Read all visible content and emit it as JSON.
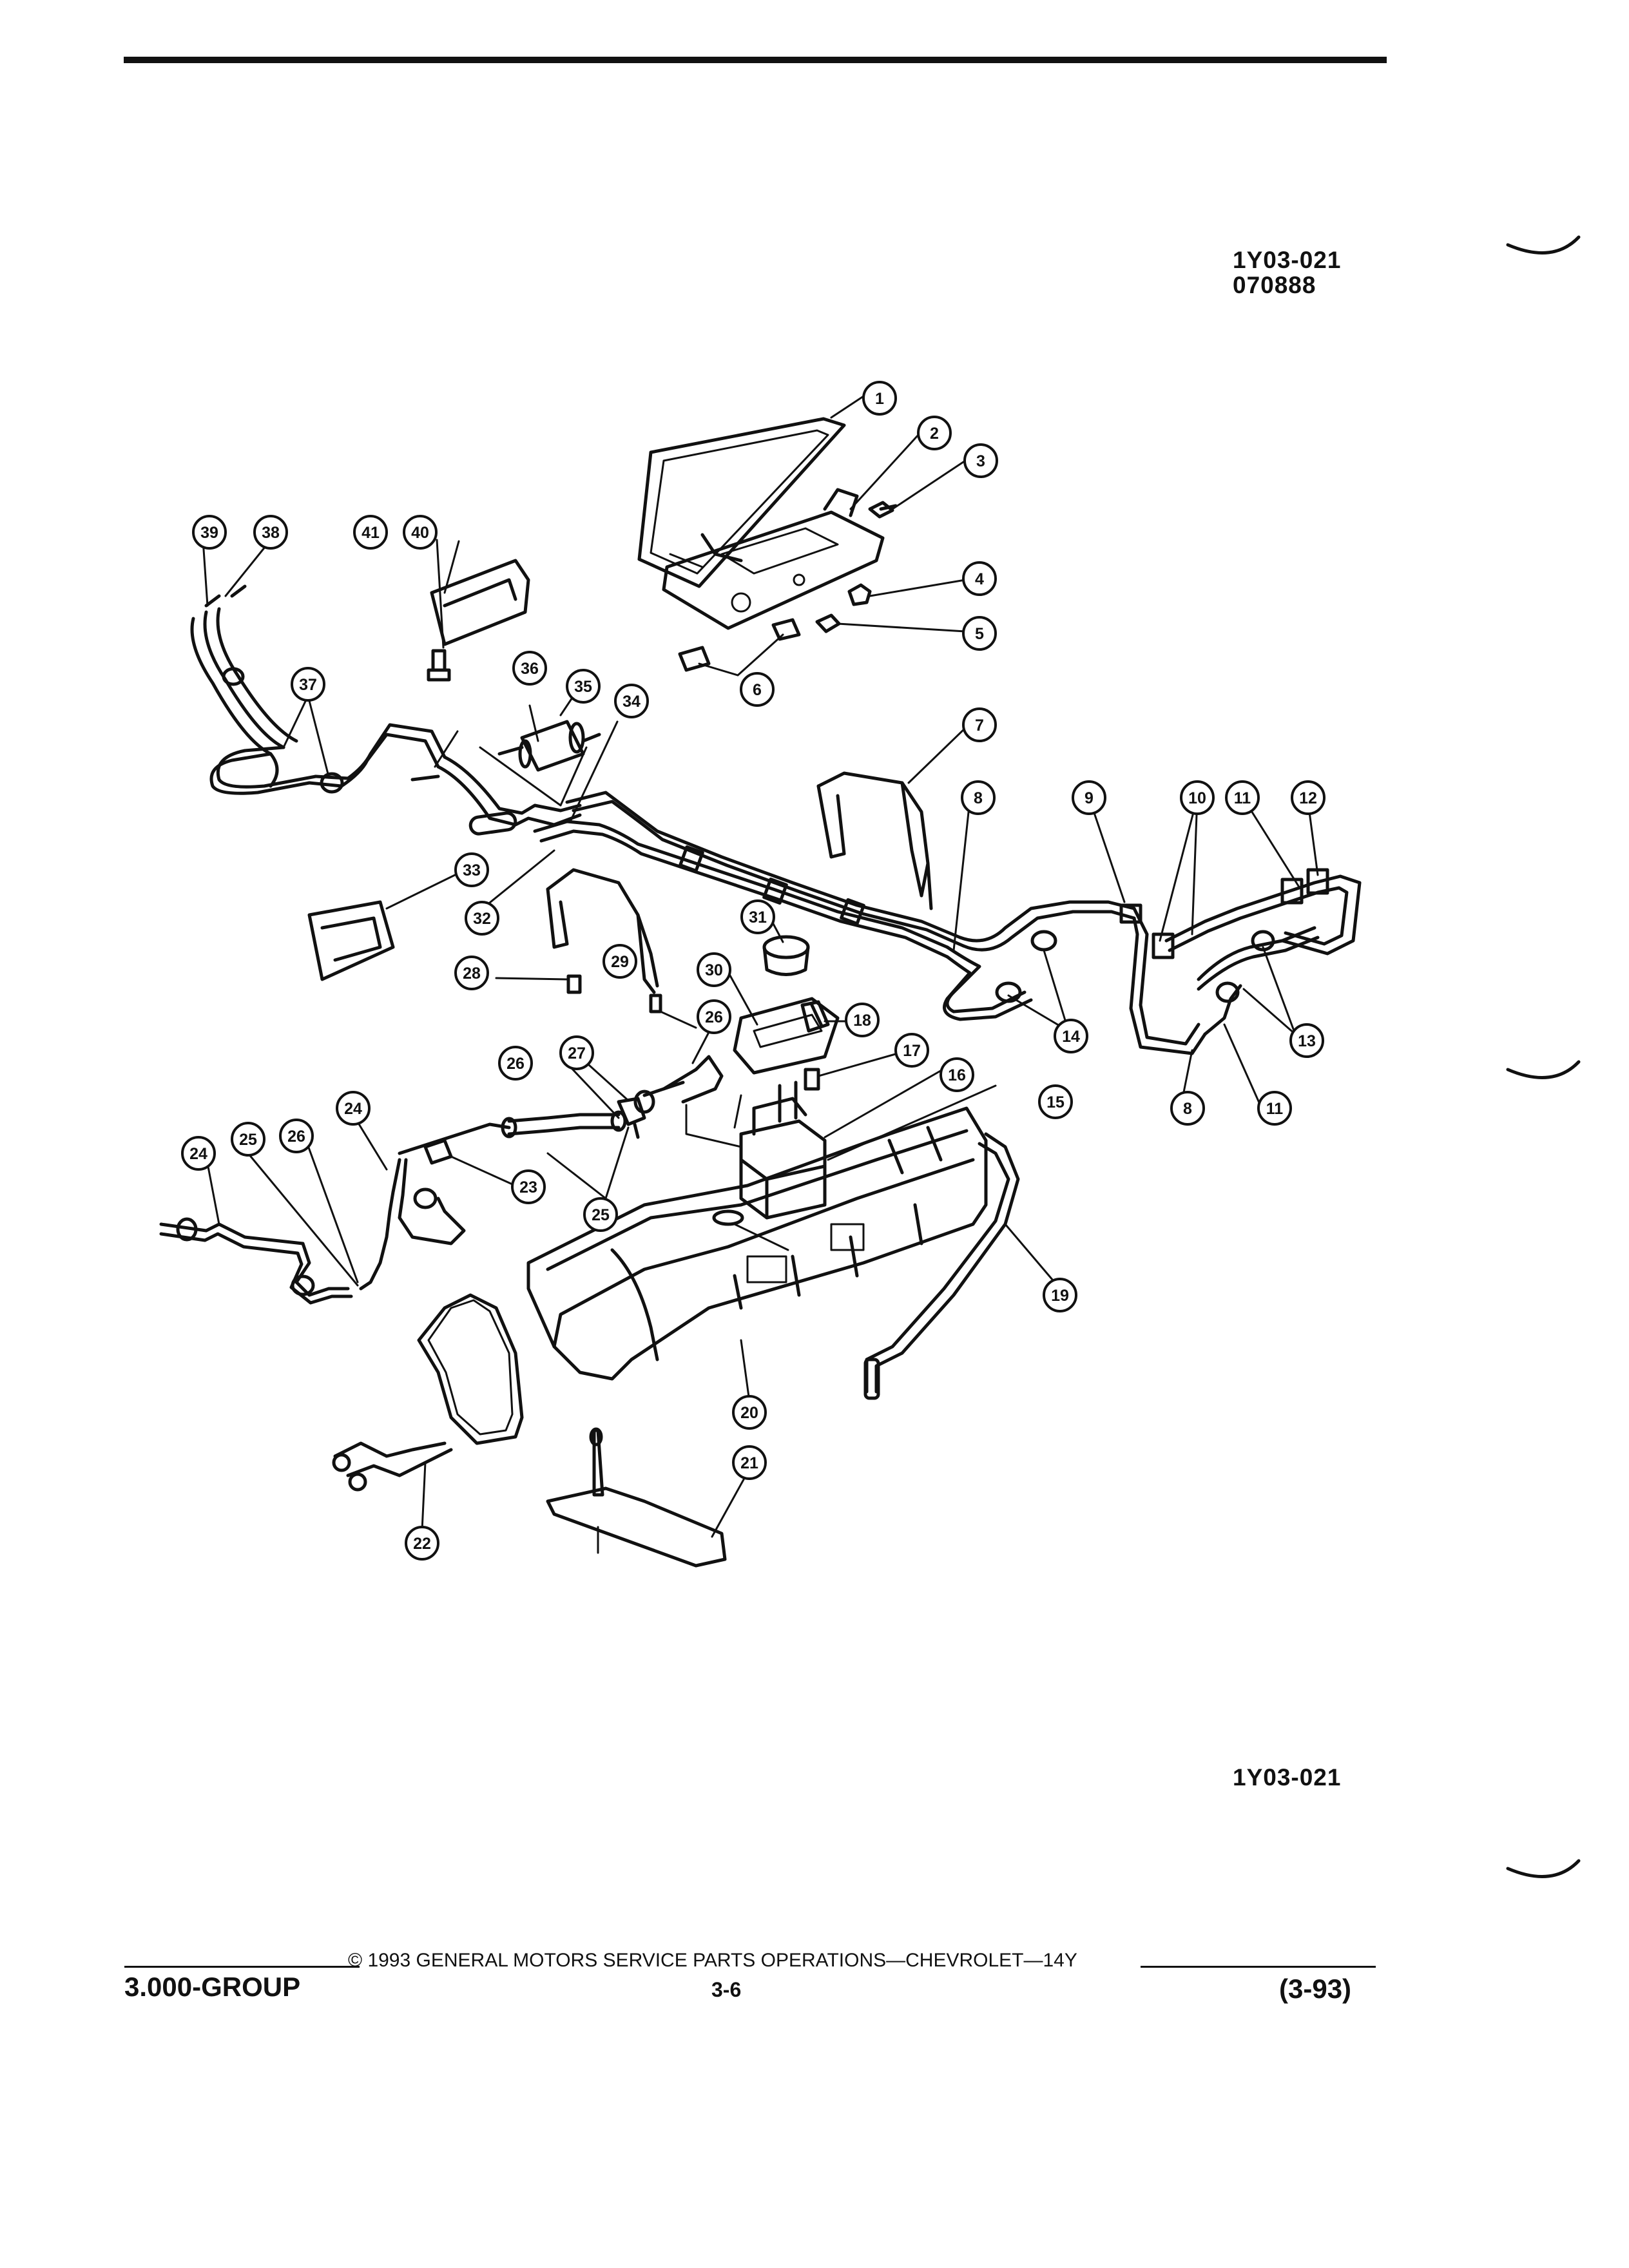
{
  "figure": {
    "id_top": "1Y03-021",
    "id_code": "070888",
    "id_bottom": "1Y03-021"
  },
  "callouts": [
    "1",
    "2",
    "3",
    "4",
    "5",
    "6",
    "7",
    "8",
    "9",
    "10",
    "11",
    "12",
    "13",
    "14",
    "15",
    "16",
    "17",
    "18",
    "19",
    "20",
    "21",
    "22",
    "23",
    "24",
    "25",
    "26",
    "27",
    "28",
    "29",
    "30",
    "31",
    "32",
    "33",
    "34",
    "35",
    "36",
    "37",
    "38",
    "39",
    "40",
    "41"
  ],
  "footer": {
    "group": "3.000-GROUP",
    "copyright": "© 1993 GENERAL MOTORS SERVICE PARTS OPERATIONS—CHEVROLET—14Y",
    "page": "3-6",
    "date": "(3-93)"
  }
}
